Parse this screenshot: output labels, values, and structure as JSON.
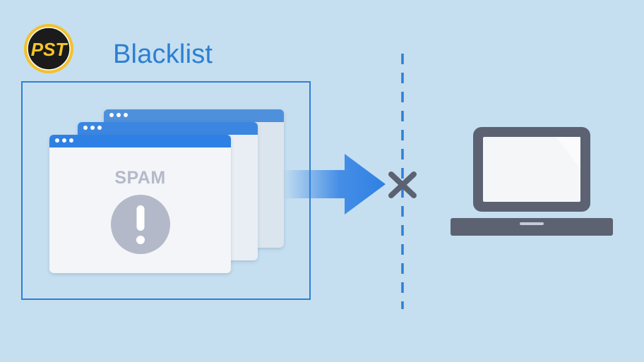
{
  "logo": {
    "icon": "pst-logo-icon",
    "text": "PST"
  },
  "title": "Blacklist",
  "spam_window": {
    "label": "SPAM",
    "icon": "warning-exclamation-icon"
  },
  "blocked_marker_icon": "close-x-icon",
  "device_icon": "laptop-icon",
  "colors": {
    "background": "#c5dff0",
    "accent": "#2c7fd2",
    "window_bar": "#2f80e4",
    "icon_gray": "#5c6272",
    "warning_circle": "#b3b9c9"
  }
}
